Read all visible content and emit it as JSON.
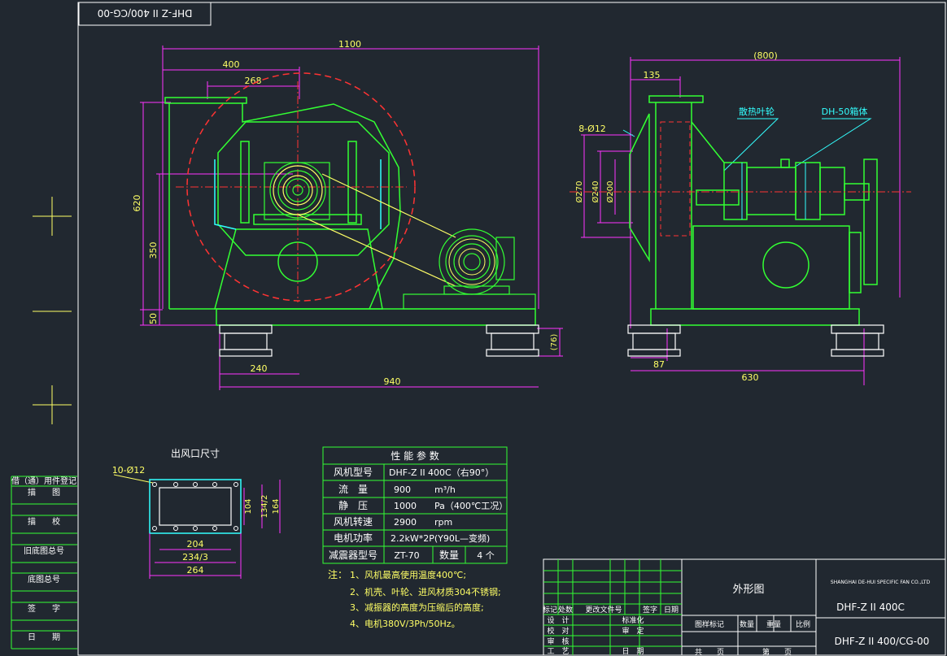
{
  "title_tab": "DHF-Z II 400/CG-00",
  "front_view": {
    "dims": {
      "overall_width": "1100",
      "inlet_width": "400",
      "inner_width": "268",
      "height": "620",
      "center_height": "350",
      "base_height": "50",
      "foot_span": "240",
      "base_length": "940",
      "iso_height": "(76)"
    }
  },
  "side_view": {
    "dims": {
      "overall": "(800)",
      "flange_offset": "135",
      "bolt_holes": "8-Ø12",
      "d270": "Ø270",
      "d240": "Ø240",
      "d200": "Ø200",
      "foot_offset": "87",
      "base_length": "630"
    },
    "labels": {
      "impeller": "散热叶轮",
      "bearing_box": "DH-50箱体"
    }
  },
  "outlet": {
    "title": "出风口尺寸",
    "holes": "10-Ø12",
    "dims": {
      "w1": "204",
      "w2": "234/3",
      "w3": "264",
      "h1": "104",
      "h2": "134/2",
      "h3": "164"
    }
  },
  "performance": {
    "title": "性 能 参 数",
    "rows": [
      {
        "label": "风机型号",
        "value": "DHF-Z II 400C（右90°）",
        "unit": ""
      },
      {
        "label": "流　量",
        "value": "900",
        "unit": "m³/h"
      },
      {
        "label": "静　压",
        "value": "1000",
        "unit": "Pa（400℃工况）"
      },
      {
        "label": "风机转速",
        "value": "2900",
        "unit": "rpm"
      },
      {
        "label": "电机功率",
        "value": "2.2kW*2P(Y90L—变频)",
        "unit": ""
      }
    ],
    "last_row": {
      "label": "减震器型号",
      "value": "ZT-70",
      "label2": "数量",
      "value2": "4 个"
    }
  },
  "notes": {
    "prefix": "注：",
    "items": [
      "1、风机最高使用温度400℃;",
      "2、机壳、叶轮、进风材质304不锈钢;",
      "3、减振器的高度为压缩后的高度;",
      "4、电机380V/3Ph/50Hz。"
    ]
  },
  "left_strip": [
    "借（通）用件登记",
    "描　　图",
    "描　　校",
    "旧底图总号",
    "底图总号",
    "签　　字",
    "日　　期"
  ],
  "title_block": {
    "drawing_name": "外形图",
    "company": "SHANGHAI DE-HUI SPECIFIC FAN CO.,LTD",
    "model": "DHF-Z II 400C",
    "drawing_no": "DHF-Z II 400/CG-00",
    "rev_header": [
      "标记",
      "处数",
      "更改文件号",
      "签字",
      "日期"
    ],
    "left_roles": [
      "设　计",
      "校　对",
      "审　核",
      "工　艺"
    ],
    "mid_roles": [
      "标准化",
      "审　定",
      "日　期"
    ],
    "info_headers": [
      "图样标记",
      "数量",
      "重量",
      "比例"
    ],
    "sheet": [
      "共　　页",
      "第　　页"
    ]
  },
  "colors": {
    "background": "#212830",
    "green": "#33ff33",
    "yellow": "#ffff66",
    "red": "#ff3333",
    "cyan": "#33ffff",
    "magenta": "#ff33ff",
    "white": "#ffffff"
  }
}
